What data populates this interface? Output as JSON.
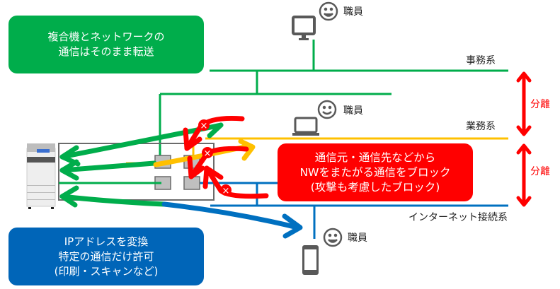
{
  "callouts": {
    "green": {
      "lines": [
        "複合機とネットワークの",
        "通信はそのまま転送"
      ],
      "color": "#00ad4b"
    },
    "red": {
      "lines": [
        "通信元・通信先などから",
        "NWをまたがる通信をブロック",
        "(攻撃も考慮したブロック)"
      ],
      "color": "#ff0000"
    },
    "blue": {
      "lines": [
        "IPアドレスを変換",
        "特定の通信だけ許可",
        "(印刷・スキャンなど)"
      ],
      "color": "#0065b8"
    }
  },
  "networks": {
    "office": {
      "label": "事務系",
      "color": "#00ad4b"
    },
    "business": {
      "label": "業務系",
      "color": "#ffc000"
    },
    "internet": {
      "label": "インターネット接続系",
      "color": "#0070c0"
    }
  },
  "staff": {
    "office_staff": {
      "label": "職員",
      "device": "desktop-monitor-icon"
    },
    "business_staff": {
      "label": "職員",
      "device": "laptop-icon"
    },
    "internet_staff": {
      "label": "職員",
      "device": "smartphone-icon"
    }
  },
  "separation": {
    "upper": {
      "label": "分離"
    },
    "lower": {
      "label": "分離"
    },
    "color": "#ff0000"
  },
  "device": {
    "name": "multifunction-printer-icon"
  },
  "block_marker": "×"
}
